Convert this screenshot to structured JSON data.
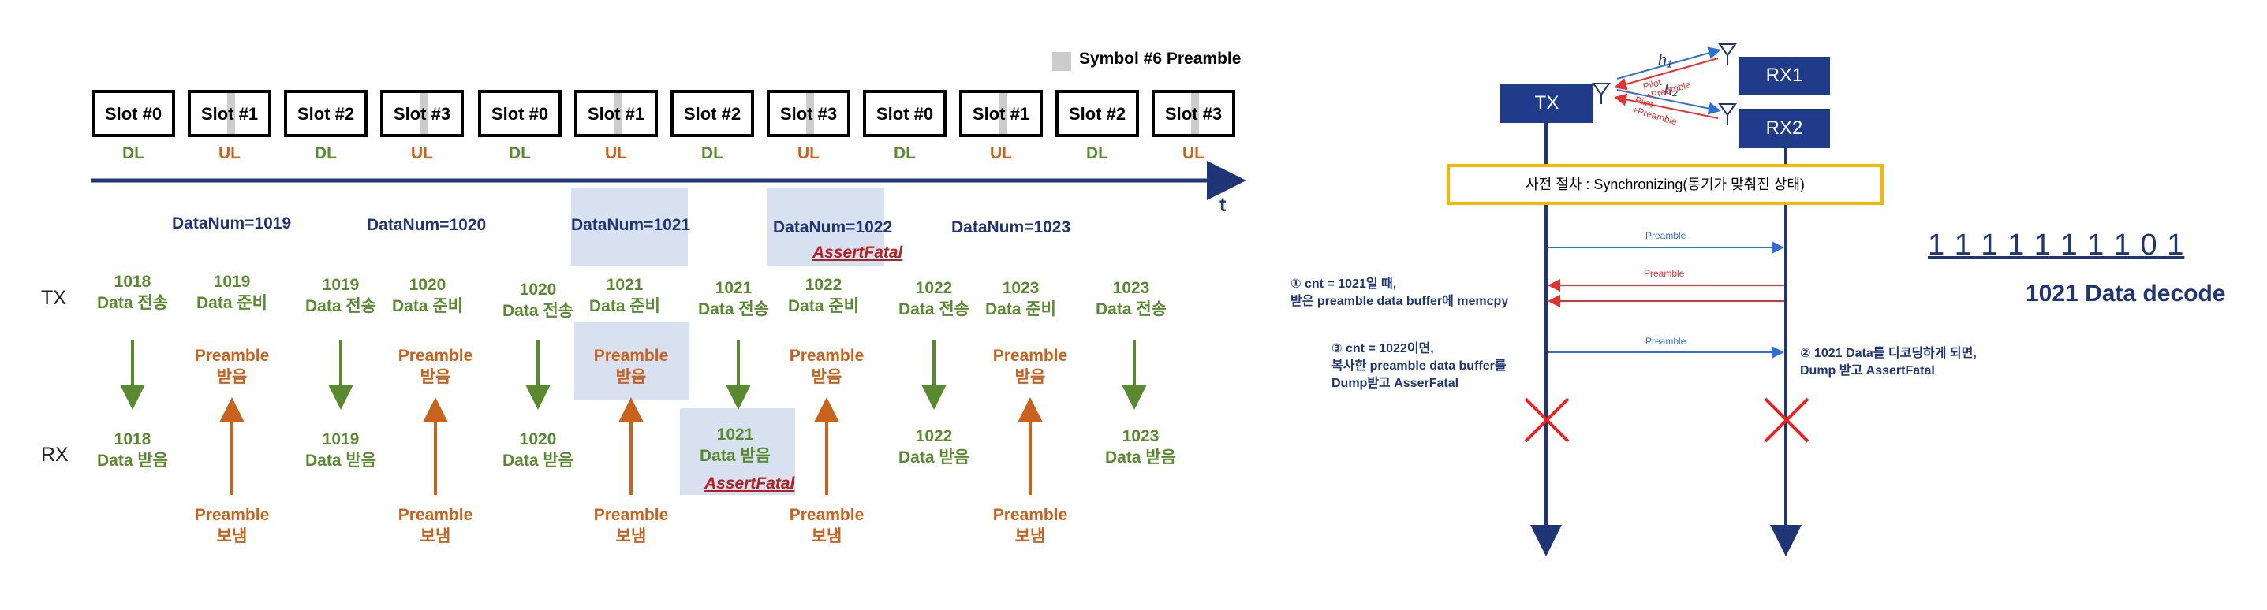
{
  "legend": {
    "label": "Symbol #6 Preamble",
    "swatch_color": "#cccccc"
  },
  "slots": [
    {
      "label": "Slot #0",
      "dir": "DL"
    },
    {
      "label": "Slot #1",
      "dir": "UL"
    },
    {
      "label": "Slot #2",
      "dir": "DL"
    },
    {
      "label": "Slot #3",
      "dir": "UL"
    },
    {
      "label": "Slot #0",
      "dir": "DL"
    },
    {
      "label": "Slot #1",
      "dir": "UL"
    },
    {
      "label": "Slot #2",
      "dir": "DL"
    },
    {
      "label": "Slot #3",
      "dir": "UL"
    },
    {
      "label": "Slot #0",
      "dir": "DL"
    },
    {
      "label": "Slot #1",
      "dir": "UL"
    },
    {
      "label": "Slot #2",
      "dir": "DL"
    },
    {
      "label": "Slot #3",
      "dir": "UL"
    }
  ],
  "time_axis_label": "t",
  "row_labels": {
    "tx": "TX",
    "rx": "RX"
  },
  "datanums": [
    "DataNum=1019",
    "DataNum=1020",
    "DataNum=1021",
    "DataNum=1022",
    "DataNum=1023"
  ],
  "tx_row": [
    {
      "l1": "1018",
      "l2": "Data 전송",
      "kind": "dl"
    },
    {
      "l1": "1019",
      "l2": "Data 준비",
      "kind": "ul"
    },
    {
      "l1": "1019",
      "l2": "Data 전송",
      "kind": "dl"
    },
    {
      "l1": "1020",
      "l2": "Data 준비",
      "kind": "ul"
    },
    {
      "l1": "1020",
      "l2": "Data 전송",
      "kind": "dl"
    },
    {
      "l1": "1021",
      "l2": "Data 준비",
      "kind": "ul"
    },
    {
      "l1": "1021",
      "l2": "Data 전송",
      "kind": "dl"
    },
    {
      "l1": "1022",
      "l2": "Data 준비",
      "kind": "ul"
    },
    {
      "l1": "1022",
      "l2": "Data 전송",
      "kind": "dl"
    },
    {
      "l1": "1023",
      "l2": "Data 준비",
      "kind": "ul"
    },
    {
      "l1": "1023",
      "l2": "Data 전송",
      "kind": "dl"
    }
  ],
  "preamble_recv": {
    "l1": "Preamble",
    "l2": "받음"
  },
  "rx_row": [
    {
      "l1": "1018",
      "l2": "Data 받음"
    },
    {
      "l1": "1019",
      "l2": "Data 받음"
    },
    {
      "l1": "1020",
      "l2": "Data 받음"
    },
    {
      "l1": "1021",
      "l2": "Data 받음"
    },
    {
      "l1": "1022",
      "l2": "Data 받음"
    },
    {
      "l1": "1023",
      "l2": "Data 받음"
    }
  ],
  "preamble_send": {
    "l1": "Preamble",
    "l2": "보냄"
  },
  "assert_fatal": "AssertFatal",
  "colors": {
    "navy": "#1f3575",
    "green": "#5a8a30",
    "orange": "#c8621c",
    "red": "#b81f1f",
    "highlight": "#d8e1f0",
    "sync_border": "#f5b800"
  },
  "seq": {
    "tx_node": "TX",
    "rx1_node": "RX1",
    "rx2_node": "RX2",
    "h1": "h₁",
    "h2": "h₂",
    "pilot_preamble_1": "Pilot\n+Preamble",
    "pilot_preamble_2": "Pilot\n+Preamble",
    "sync_box": "사전 절차 : Synchronizing(동기가 맞춰진 상태)",
    "msg1": "Preamble",
    "msg2": "Preamble",
    "msg3": "Preamble",
    "note1_l1": "① cnt = 1021일 때,",
    "note1_l2": "받은 preamble data buffer에 memcpy",
    "note3_l1": "③ cnt = 1022이면,",
    "note3_l2": "복사한 preamble data buffer를",
    "note3_l3": "Dump받고 AsserFatal",
    "note2_l1": "② 1021 Data를 디코딩하게 되면,",
    "note2_l2": "Dump 받고 AssertFatal"
  },
  "decode": {
    "bits": "1 1 1 1 1 1 1 1 0 1",
    "caption": "1021 Data decode"
  }
}
